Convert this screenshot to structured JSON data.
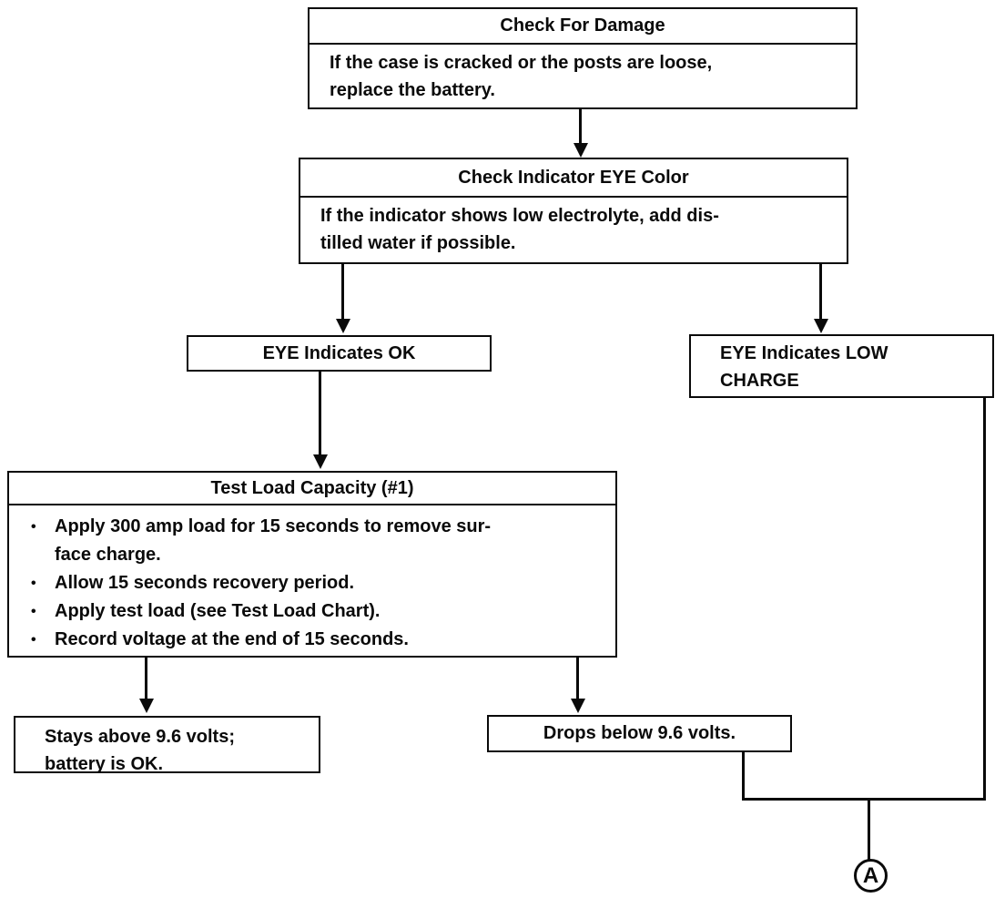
{
  "diagram_type": "flowchart",
  "subject": "battery-inspection-and-load-test-procedure",
  "bullet_glyph": "•",
  "colors": {
    "ink": "#0a0a0a",
    "background": "#ffffff"
  },
  "nodes": {
    "check_damage": {
      "title": "Check For Damage",
      "body": "If the case is cracked or the posts are loose,\nreplace the battery."
    },
    "check_eye": {
      "title": "Check Indicator EYE Color",
      "body": "If the indicator shows low electrolyte, add dis-\ntilled water if possible."
    },
    "eye_ok": {
      "label": "EYE Indicates OK"
    },
    "eye_low": {
      "label": "EYE Indicates LOW\nCHARGE"
    },
    "test_load": {
      "title": "Test Load Capacity (#1)",
      "bullets": [
        "Apply 300 amp load for 15 seconds to remove sur-\nface charge.",
        "Allow 15 seconds recovery period.",
        "Apply test load (see Test Load Chart).",
        "Record voltage at the end of 15 seconds."
      ]
    },
    "stays_above": {
      "label": "Stays above 9.6 volts;\nbattery is OK."
    },
    "drops_below": {
      "label": "Drops below 9.6 volts."
    },
    "connector_a": {
      "label": "A"
    }
  }
}
